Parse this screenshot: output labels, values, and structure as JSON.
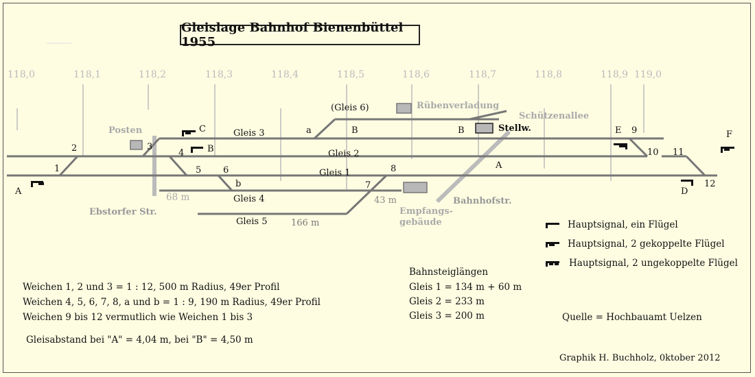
{
  "title": "Gleislage Bahnhof Bienenbüttel 1955",
  "kilometers": [
    "118,0",
    "118,1",
    "118,2",
    "118,3",
    "118,4",
    "118,5",
    "118,6",
    "118,7",
    "118,8",
    "118,9",
    "119,0"
  ],
  "track_labels": {
    "gleis3": "Gleis 3",
    "gleis2": "Gleis 2",
    "gleis1": "Gleis 1",
    "gleis4": "Gleis 4",
    "gleis5": "Gleis 5",
    "gleis6": "(Gleis 6)"
  },
  "switch_numbers": [
    "1",
    "2",
    "3",
    "4",
    "5",
    "6",
    "7",
    "8",
    "9",
    "10",
    "11",
    "12",
    "a",
    "b"
  ],
  "signal_labels": {
    "A": "A",
    "B": "B",
    "C": "C",
    "D": "D",
    "E": "E",
    "F": "F"
  },
  "distance_labels": {
    "gleis4": "68 m",
    "gleis5": "166 m",
    "gleis7": "43 m"
  },
  "place_labels": {
    "posten": "Posten",
    "ebstorfer": "Ebstorfer Str.",
    "rueben": "Rübenverladung",
    "schuetzen": "Schützenallee",
    "stellw": "Stellw.",
    "empfang1": "Empfangs-",
    "empfang2": "gebäude",
    "bahnhofstr": "Bahnhofstr.",
    "spacing_A": "A",
    "spacing_B1": "B",
    "spacing_B2": "B"
  },
  "legend": [
    "Hauptsignal, ein Flügel",
    "Hauptsignal, 2 gekoppelte Flügel",
    "Hauptsignal, 2 ungekoppelte Flügel"
  ],
  "notes": [
    "Weichen 1, 2 und 3 = 1 : 12, 500 m Radius, 49er Profil",
    "Weichen 4, 5, 6, 7, 8, a und b = 1 : 9, 190 m Radius, 49er Profil",
    "Weichen 9 bis 12 vermutlich wie Weichen 1 bis 3"
  ],
  "spacing_note": "Gleisabstand bei \"A\" = 4,04 m, bei \"B\" = 4,50 m",
  "platform": {
    "heading": "Bahnsteiglängen",
    "rows": [
      "Gleis 1 = 134 m  + 60 m",
      "Gleis 2 = 233 m",
      "Gleis 3 = 200 m"
    ]
  },
  "source": "Quelle =  Hochbauamt Uelzen",
  "credit": "Graphik H. Buchholz, 0ktober 2012",
  "colors": {
    "background": "#fefde2",
    "track": "#777777",
    "road": "#bbbbbb",
    "building": "#b8b8b8"
  }
}
